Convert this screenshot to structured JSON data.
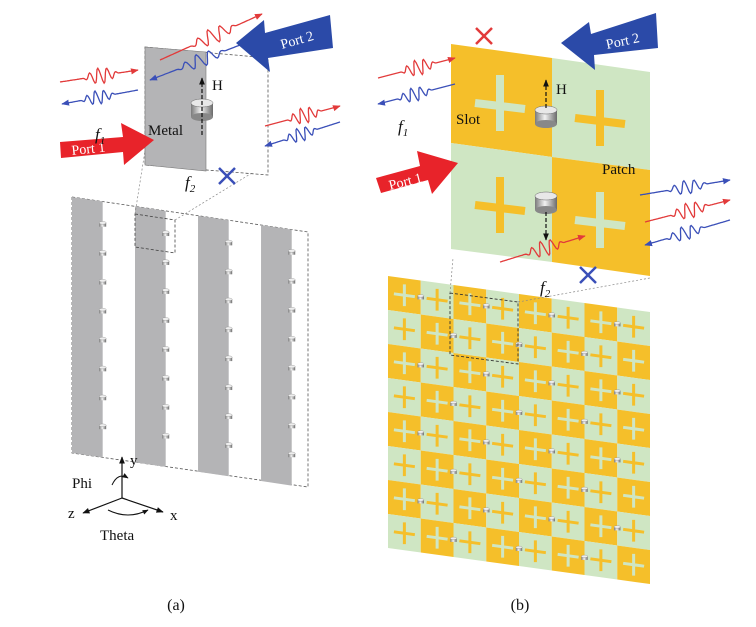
{
  "panel_a": {
    "caption": "(a)",
    "port1_label": "Port 1",
    "port2_label": "Port 2",
    "f1_label": "f",
    "f1_sub": "1",
    "f2_label": "f",
    "f2_sub": "2",
    "h_label": "H",
    "metal_label": "Metal",
    "axes": {
      "y": "y",
      "x": "x",
      "z": "z",
      "phi": "Phi",
      "theta": "Theta"
    }
  },
  "panel_b": {
    "caption": "(b)",
    "port1_label": "Port 1",
    "port2_label": "Port 2",
    "f1_label": "f",
    "f1_sub": "1",
    "f2_label": "f",
    "f2_sub": "2",
    "h_label": "H",
    "slot_label": "Slot",
    "patch_label": "Patch"
  },
  "colors": {
    "port1": "#e8232a",
    "port2": "#2b4aa8",
    "metal": "#b4b4b6",
    "patch": "#f5bf2a",
    "slot": "#cfe6c3",
    "wave_red": "#e23a3a",
    "wave_blue": "#3a4fb8"
  }
}
